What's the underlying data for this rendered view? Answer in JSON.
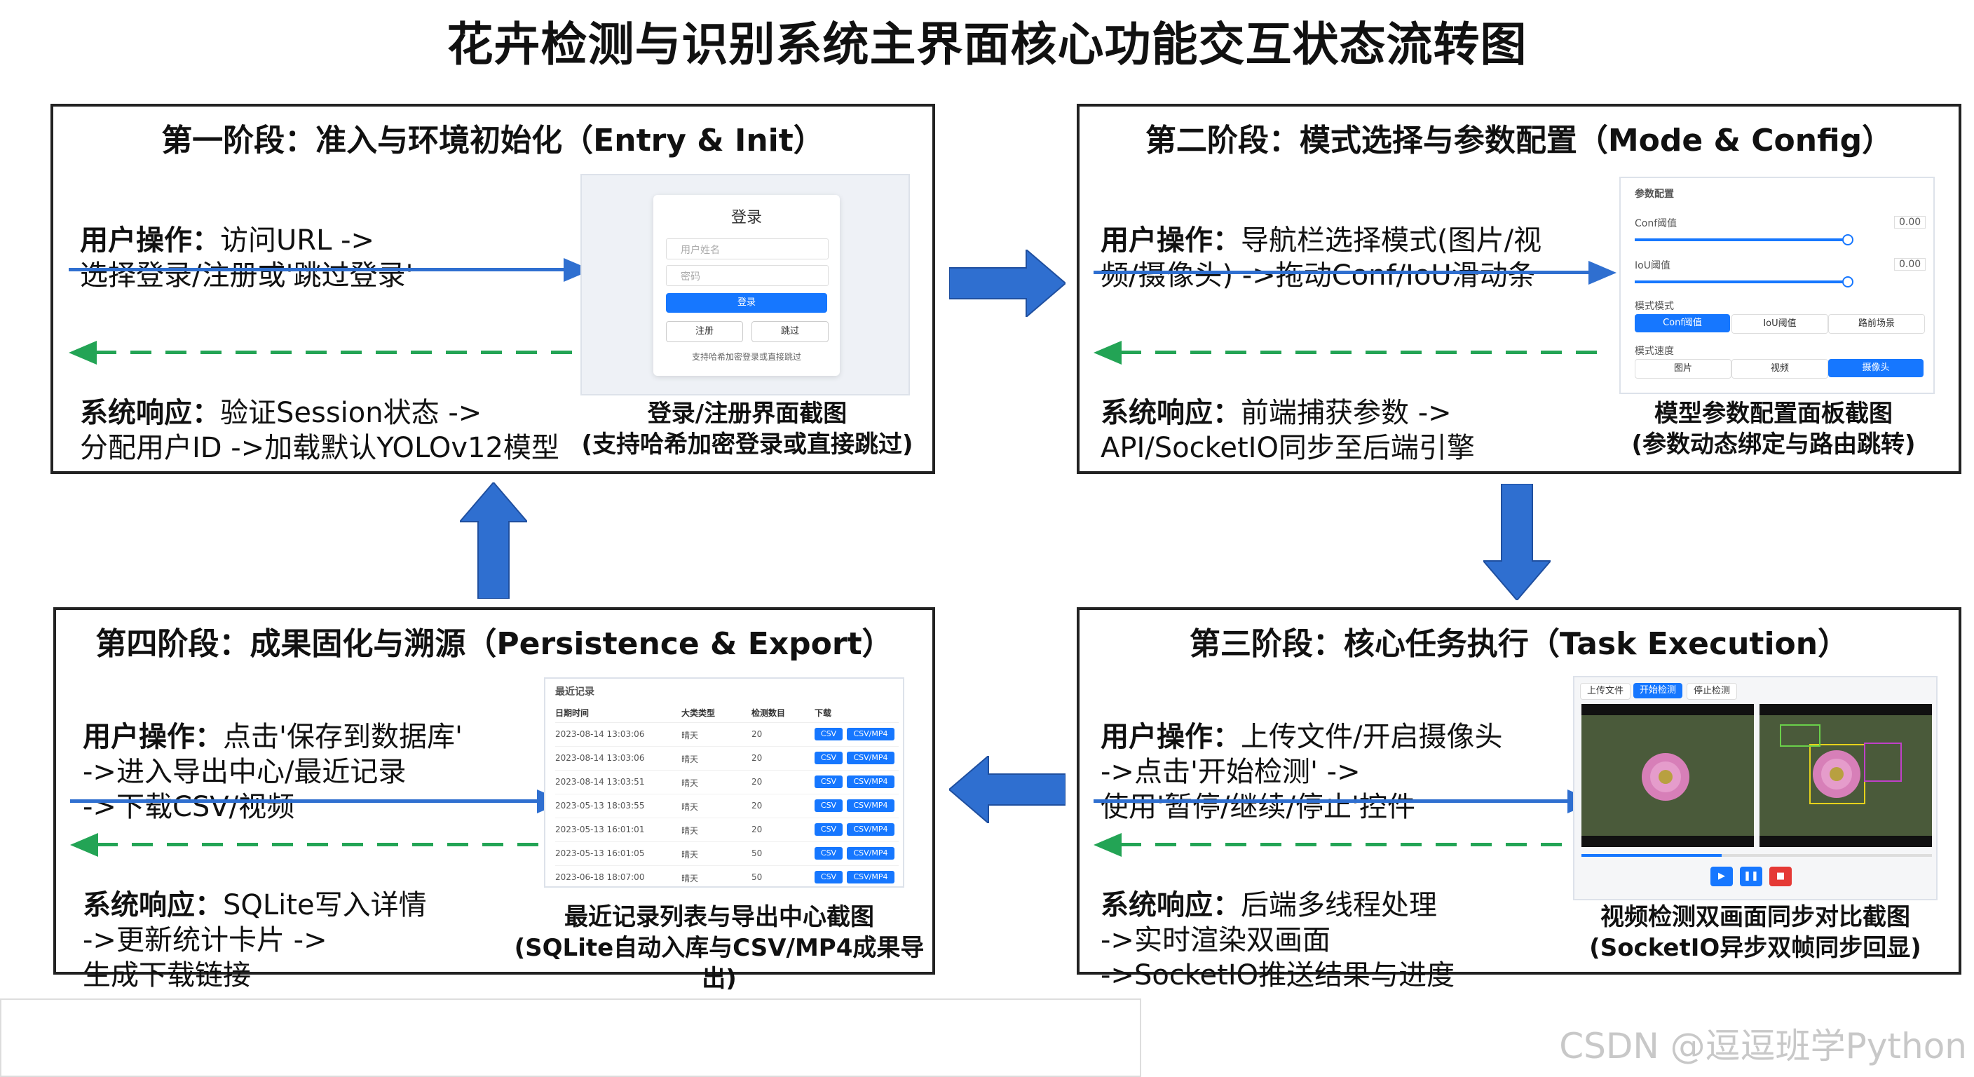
{
  "title": "花卉检测与识别系统主界面核心功能交互状态流转图",
  "stages": {
    "s1": {
      "title": "第一阶段：准入与环境初始化（Entry & Init）",
      "user_key": "用户操作：",
      "user_text": "访问URL ->\n选择登录/注册或'跳过登录'",
      "sys_key": "系统响应：",
      "sys_text": "验证Session状态 ->\n分配用户ID ->加载默认YOLOv12模型",
      "caption": "登录/注册界面截图\n(支持哈希加密登录或直接跳过)",
      "login": {
        "title": "登录",
        "username_placeholder": "用户姓名",
        "password_placeholder": "密码",
        "login_btn": "登录",
        "register_btn": "注册",
        "skip_btn": "跳过",
        "hint": "支持哈希加密登录或直接跳过"
      }
    },
    "s2": {
      "title": "第二阶段：模式选择与参数配置（Mode & Config）",
      "user_key": "用户操作：",
      "user_text": "导航栏选择模式(图片/视\n频/摄像头) ->拖动Conf/IoU滑动条",
      "sys_key": "系统响应：",
      "sys_text": "前端捕获参数 ->\nAPI/SocketIO同步至后端引擎",
      "caption": "模型参数配置面板截图\n(参数动态绑定与路由跳转)",
      "panel": {
        "header": "参数配置",
        "conf_label": "Conf阈值",
        "conf_value": "0.00",
        "iou_label": "IoU阈值",
        "iou_value": "0.00",
        "mode_label": "模式模式",
        "mode_tabs": [
          "Conf阈值",
          "IoU阈值",
          "路前场景"
        ],
        "speed_label": "模式速度",
        "speed_tabs": [
          "图片",
          "视频",
          "摄像头"
        ]
      }
    },
    "s3": {
      "title": "第三阶段：核心任务执行（Task Execution）",
      "user_key": "用户操作：",
      "user_text": "上传文件/开启摄像头\n->点击'开始检测' ->\n使用'暂停/继续/停止'控件",
      "sys_key": "系统响应：",
      "sys_text": "后端多线程处理\n->实时渲染双画面\n->SocketIO推送结果与进度",
      "caption": "视频检测双画面同步对比截图\n(SocketIO异步双帧同步回显)",
      "tabs": [
        "上传文件",
        "开始检测",
        "停止检测"
      ]
    },
    "s4": {
      "title": "第四阶段：成果固化与溯源（Persistence & Export）",
      "user_key": "用户操作：",
      "user_text": "点击'保存到数据库'\n->进入导出中心/最近记录\n->下载CSV/视频",
      "sys_key": "系统响应：",
      "sys_text": "SQLite写入详情\n->更新统计卡片 ->\n生成下载链接",
      "caption": "最近记录列表与导出中心截图\n(SQLite自动入库与CSV/MP4成果导出)",
      "table": {
        "header": "最近记录",
        "columns": [
          "日期时间",
          "大类类型",
          "检测数目",
          "下载"
        ],
        "rows": [
          [
            "2023-08-14 13:03:06",
            "晴天",
            "20"
          ],
          [
            "2023-08-14 13:03:06",
            "晴天",
            "20"
          ],
          [
            "2023-08-14 13:03:51",
            "晴天",
            "20"
          ],
          [
            "2023-05-13 18:03:55",
            "晴天",
            "20"
          ],
          [
            "2023-05-13 16:01:01",
            "晴天",
            "20"
          ],
          [
            "2023-05-13 16:01:05",
            "晴天",
            "50"
          ],
          [
            "2023-06-18 18:07:00",
            "晴天",
            "50"
          ]
        ],
        "csv_btn": "CSV",
        "mp4_btn": "CSV/MP4"
      }
    }
  },
  "watermark": "CSDN @逗逗班学Python",
  "colors": {
    "arrow_blue": "#2f6fd0",
    "dash_green": "#23a455",
    "btn_blue": "#1677ff",
    "stop_red": "#e53935"
  }
}
